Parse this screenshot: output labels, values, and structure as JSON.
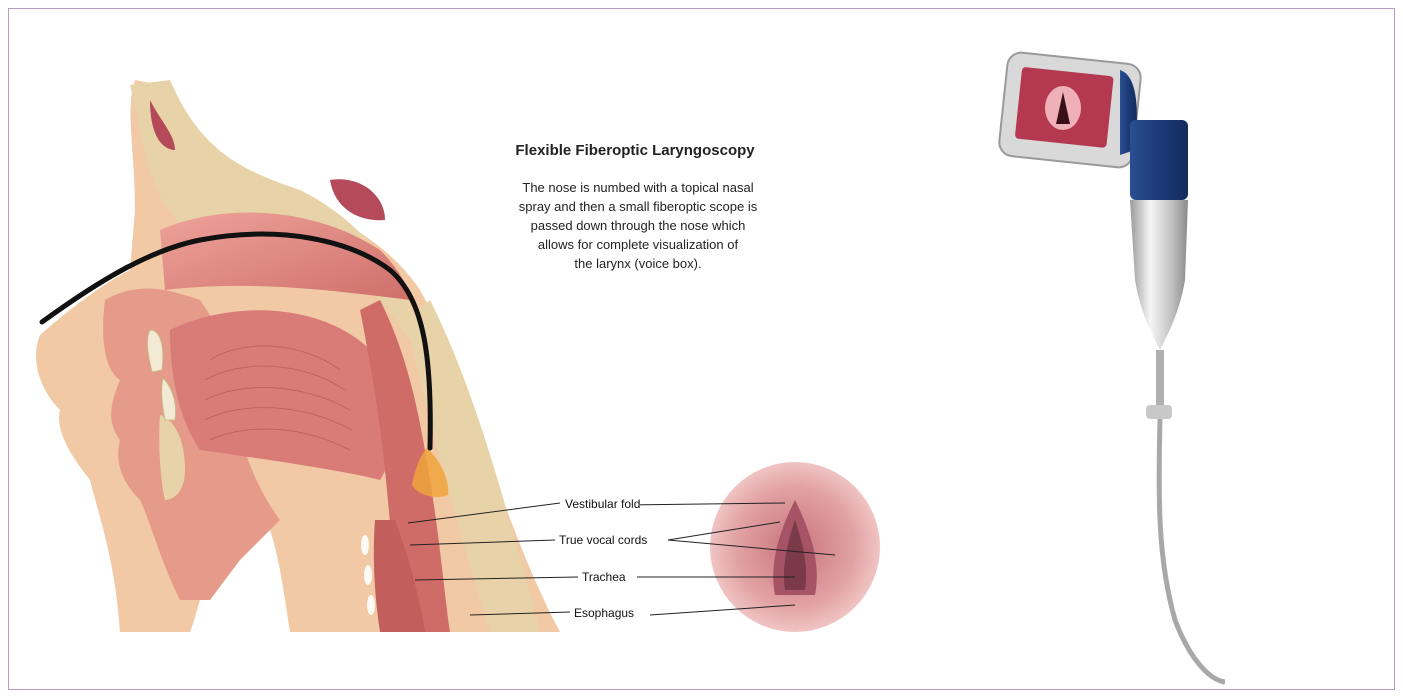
{
  "title": "Flexible Fiberoptic Laryngoscopy",
  "description_lines": [
    "The nose is numbed with a topical nasal",
    "spray and then a small fiberoptic scope is",
    "passed down through the nose which",
    "allows for complete visualization of",
    "the larynx (voice box)."
  ],
  "labels": {
    "vestibular_fold": "Vestibular fold",
    "true_vocal_cords": "True vocal cords",
    "trachea": "Trachea",
    "esophagus": "Esophagus"
  },
  "colors": {
    "frame": "#b89cc8",
    "bone": "#e8d3a8",
    "tissue": "#e58b86",
    "tissue_dark": "#c76b66",
    "scope": "#111111",
    "device_blue": "#1f3d7a"
  }
}
